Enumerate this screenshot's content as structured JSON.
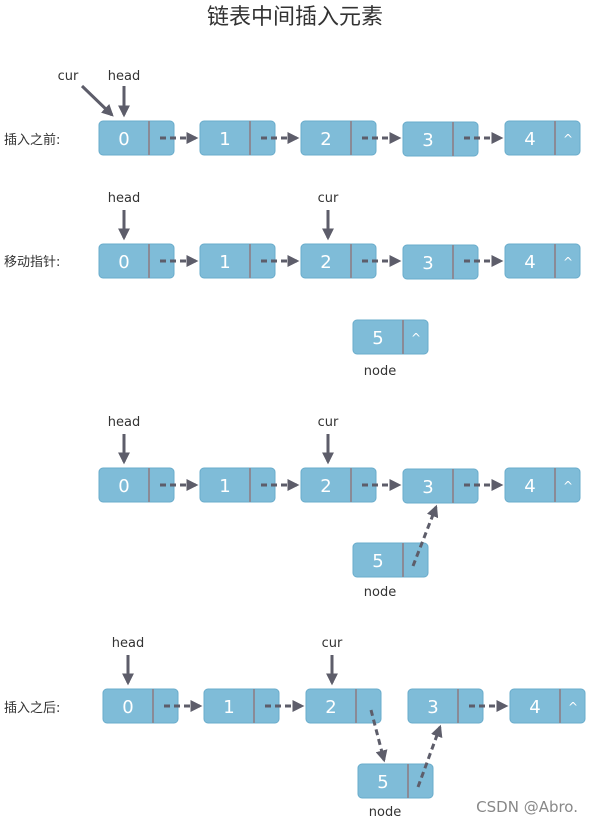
{
  "title": "链表中间插入元素",
  "watermark": "CSDN @Abro.",
  "labels": {
    "cur": "cur",
    "head": "head",
    "node": "node",
    "null_marker": "^"
  },
  "stages": [
    {
      "label": "插入之前:",
      "values": [
        "0",
        "1",
        "2",
        "3",
        "4"
      ]
    },
    {
      "label": "移动指针:",
      "values": [
        "0",
        "1",
        "2",
        "3",
        "4"
      ],
      "new_node": "5"
    },
    {
      "label": "",
      "values": [
        "0",
        "1",
        "2",
        "3",
        "4"
      ],
      "new_node": "5"
    },
    {
      "label": "插入之后:",
      "values": [
        "0",
        "1",
        "2",
        "3",
        "4"
      ],
      "new_node": "5"
    }
  ],
  "colors": {
    "node_fill": "#7fbcd8",
    "node_border": "#6aaccb",
    "arrow": "#5d5d6a",
    "divider": "#8a8a96"
  }
}
